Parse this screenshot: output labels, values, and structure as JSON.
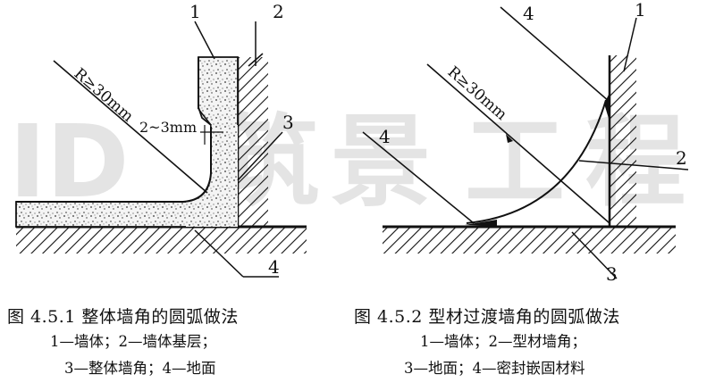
{
  "watermark": {
    "chars": [
      "ID",
      "筑",
      "景",
      "工",
      "程"
    ]
  },
  "figure_left": {
    "title": "图 4.5.1  整体墙角的圆弧做法",
    "legend_line1": "1—墙体；2—墙体基层；",
    "legend_line2": "3—整体墙角；4—地面",
    "labels": {
      "n1": "1",
      "n2": "2",
      "n3": "3",
      "n4": "4",
      "radius": "R≥30mm",
      "gap": "2~3mm"
    }
  },
  "figure_right": {
    "title": "图 4.5.2  型材过渡墙角的圆弧做法",
    "legend_line1": "1—墙体；2—型材墙角；",
    "legend_line2": "3—地面；4—密封嵌固材料",
    "labels": {
      "n1": "1",
      "n2": "2",
      "n3": "3",
      "n4a": "4",
      "n4b": "4",
      "radius": "R≥30mm"
    }
  }
}
